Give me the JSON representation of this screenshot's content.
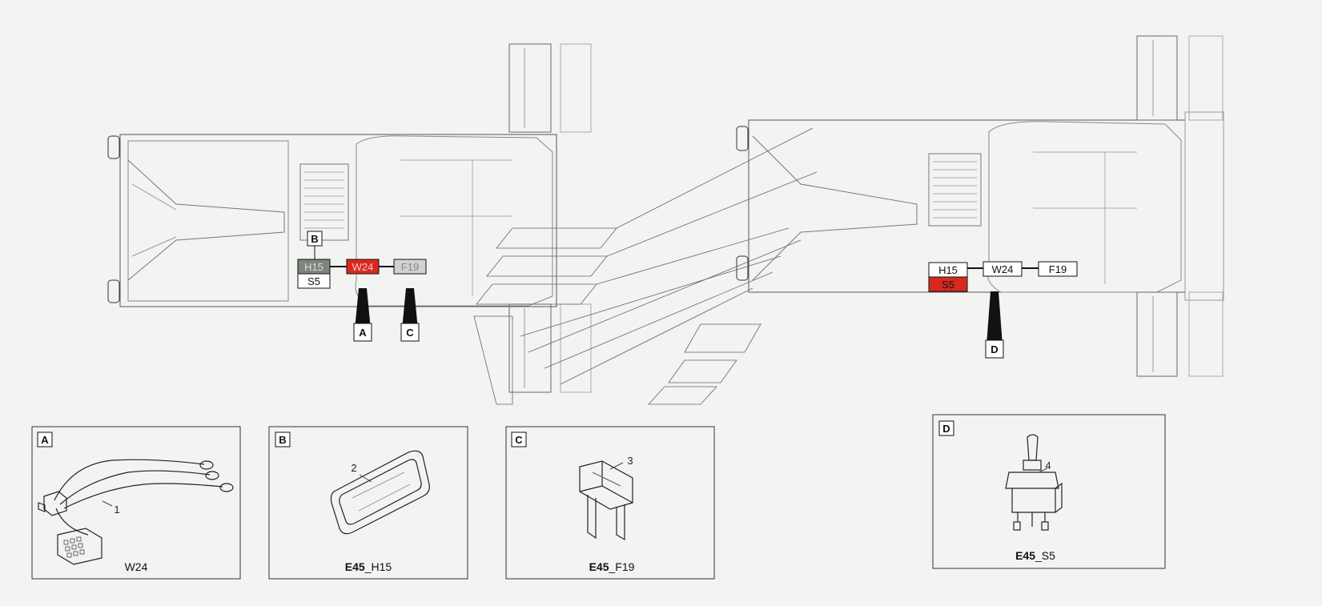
{
  "colors": {
    "background": "#f1f4f1",
    "line": "#222222",
    "faint_line": "#9a9a9a",
    "highlight_red": "#d9291f",
    "gray_box": "#7e857e",
    "light_box": "#d2d2d2"
  },
  "left_assembly": {
    "boxes": {
      "h15": "H15",
      "s5": "S5",
      "w24": "W24",
      "f19": "F19"
    },
    "callouts": {
      "a": "A",
      "b": "B",
      "c": "C"
    },
    "highlighted": "W24"
  },
  "right_assembly": {
    "boxes": {
      "h15": "H15",
      "s5": "S5",
      "w24": "W24",
      "f19": "F19"
    },
    "callouts": {
      "d": "D"
    },
    "highlighted": "S5"
  },
  "details": [
    {
      "letter": "A",
      "part_number": "1",
      "caption_bold": "",
      "caption_rest": "W24",
      "icon": "wire-harness-icon"
    },
    {
      "letter": "B",
      "part_number": "2",
      "caption_bold": "E45",
      "caption_rest": "_H15",
      "icon": "lamp-lens-icon"
    },
    {
      "letter": "C",
      "part_number": "3",
      "caption_bold": "E45",
      "caption_rest": "_F19",
      "icon": "blade-fuse-icon"
    },
    {
      "letter": "D",
      "part_number": "4",
      "caption_bold": "E45",
      "caption_rest": "_S5",
      "icon": "toggle-switch-icon"
    }
  ]
}
